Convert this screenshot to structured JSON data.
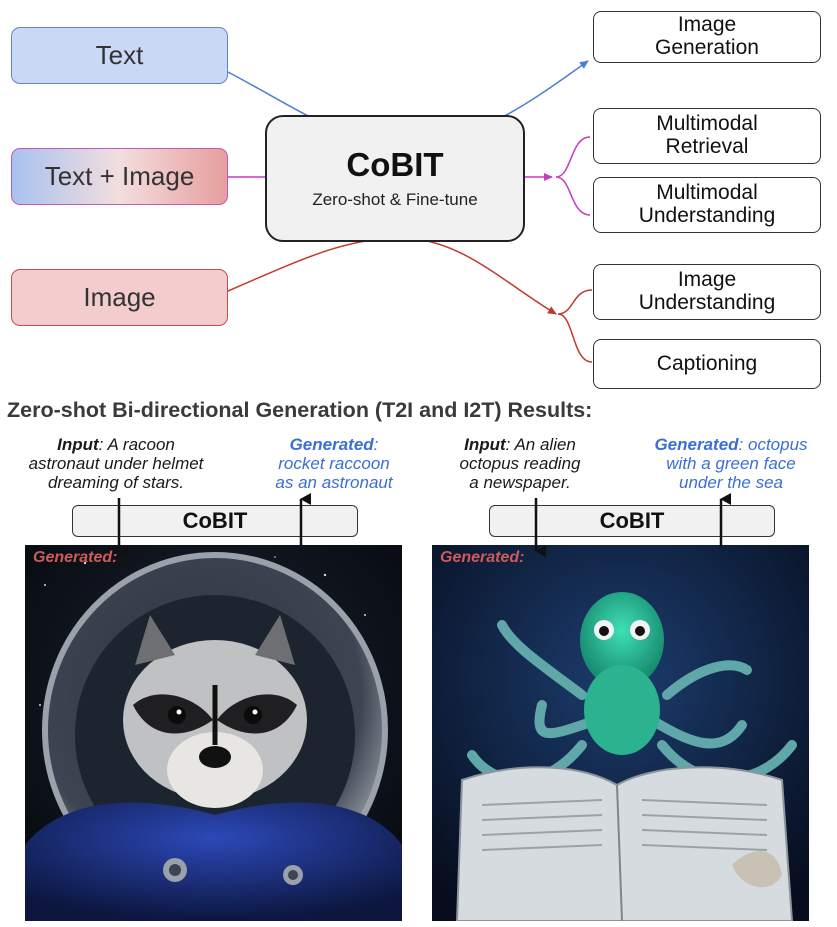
{
  "diagram": {
    "inputs": {
      "text": "Text",
      "text_image": "Text + Image",
      "image": "Image"
    },
    "center": {
      "title": "CoBIT",
      "subtitle": "Zero-shot & Fine-tune"
    },
    "outputs": {
      "image_generation": [
        "Image",
        "Generation"
      ],
      "multimodal_retrieval": [
        "Multimodal",
        "Retrieval"
      ],
      "multimodal_understanding": [
        "Multimodal",
        "Understanding"
      ],
      "image_understanding": [
        "Image",
        "Understanding"
      ],
      "captioning": "Captioning"
    },
    "colors": {
      "text_path": "#4a7fd4",
      "text_image_path": "#c43cc0",
      "image_path": "#c23a2e"
    }
  },
  "results": {
    "heading": "Zero-shot Bi-directional Generation (T2I and I2T) Results:",
    "left": {
      "input_label": "Input",
      "input_lines": [
        ": A racoon",
        "astronaut under helmet",
        "dreaming of stars."
      ],
      "generated_label": "Generated",
      "generated_lines": [
        ":",
        "rocket raccoon",
        "as an astronaut"
      ],
      "model": "CoBIT",
      "image_label": "Generated:",
      "image_subject": "raccoon-astronaut"
    },
    "right": {
      "input_label": "Input",
      "input_lines": [
        ": An alien",
        "octopus reading",
        "a newspaper."
      ],
      "generated_label": "Generated",
      "generated_lines": [
        ": octopus",
        "with a green face",
        "under the sea"
      ],
      "model": "CoBIT",
      "image_label": "Generated:",
      "image_subject": "octopus-reading-newspaper"
    }
  }
}
